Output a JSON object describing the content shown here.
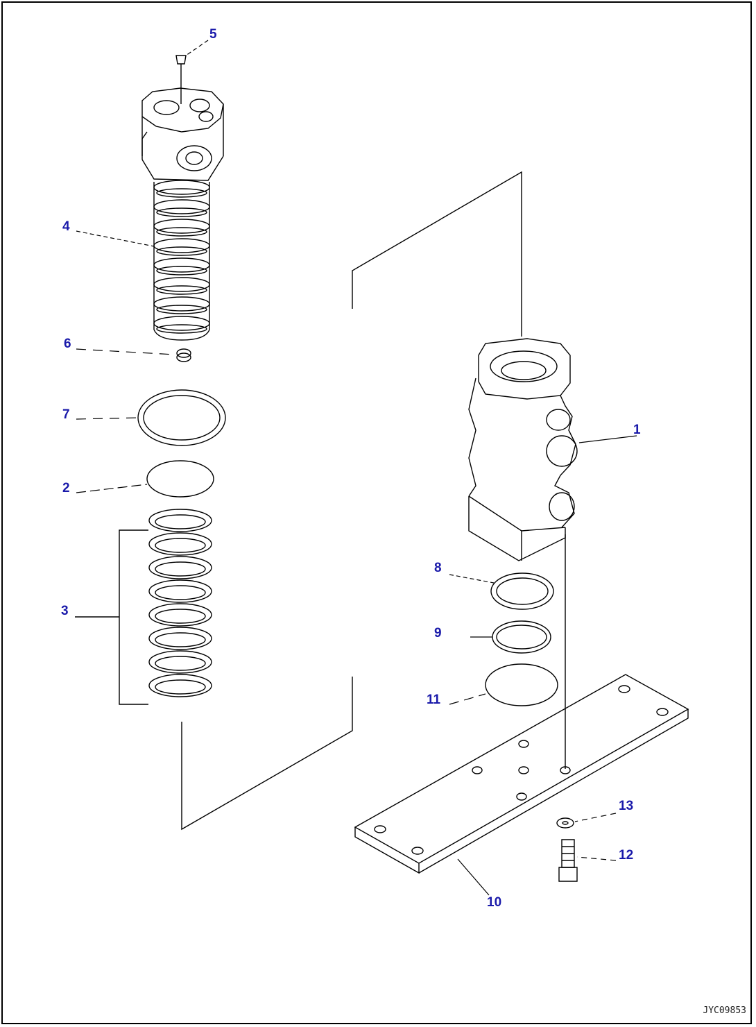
{
  "figure_id": "JYC09853",
  "callouts": [
    {
      "label": "1"
    },
    {
      "label": "2"
    },
    {
      "label": "3"
    },
    {
      "label": "4"
    },
    {
      "label": "5"
    },
    {
      "label": "6"
    },
    {
      "label": "7"
    },
    {
      "label": "8"
    },
    {
      "label": "9"
    },
    {
      "label": "10"
    },
    {
      "label": "11"
    },
    {
      "label": "12"
    },
    {
      "label": "13"
    }
  ],
  "colors": {
    "callout_text": "#1a1aaa",
    "line": "#000000",
    "background": "#ffffff"
  }
}
